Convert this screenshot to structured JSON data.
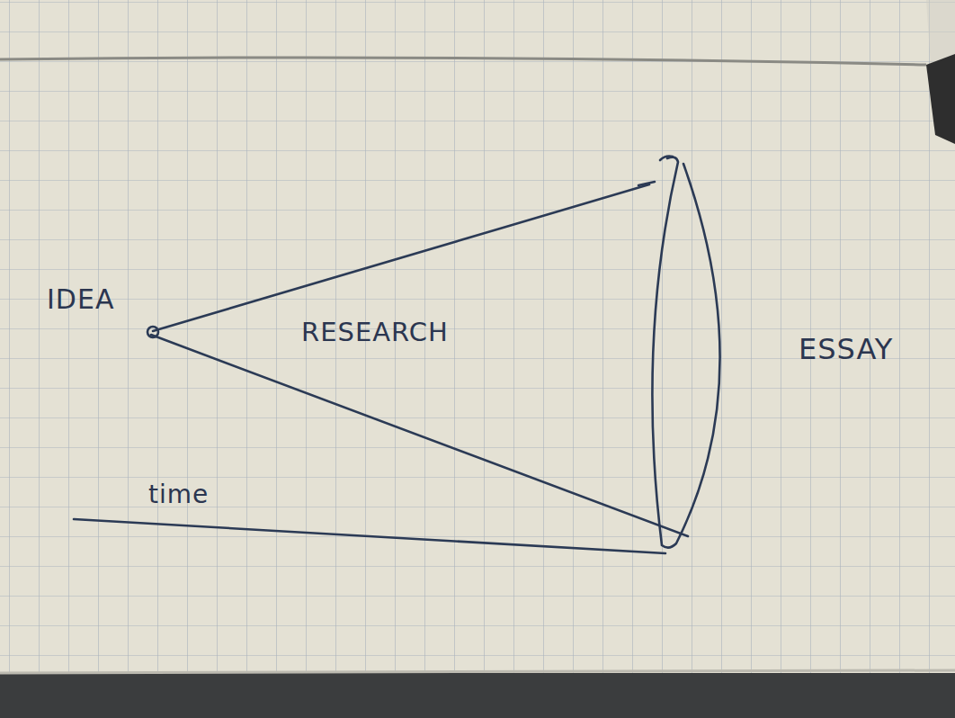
{
  "diagram": {
    "labels": [
      "IDEA",
      "RESEARCH",
      "ESSAY",
      "time"
    ]
  }
}
